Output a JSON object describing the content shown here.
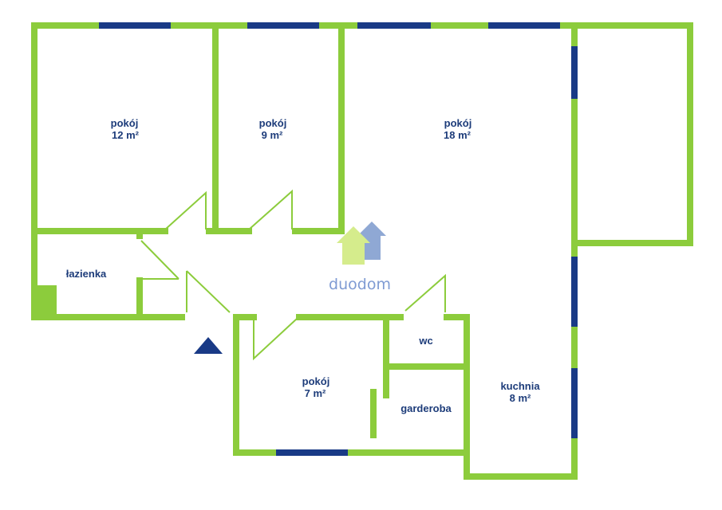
{
  "colors": {
    "wall": "#8ccc3c",
    "window": "#193a86",
    "text": "#1d3c7a",
    "logo_light": "#d5ec8c",
    "logo_dark": "#8fa8d4",
    "logo_text": "#7f9bd3",
    "background": "#ffffff"
  },
  "rooms": [
    {
      "id": "pokoj-12",
      "name": "pokój",
      "area": "12 m²"
    },
    {
      "id": "pokoj-9",
      "name": "pokój",
      "area": "9 m²"
    },
    {
      "id": "pokoj-18",
      "name": "pokój",
      "area": "18 m²"
    },
    {
      "id": "lazienka",
      "name": "łazienka"
    },
    {
      "id": "wc",
      "name": "wc"
    },
    {
      "id": "pokoj-7",
      "name": "pokój",
      "area": "7 m²"
    },
    {
      "id": "garderoba",
      "name": "garderoba"
    },
    {
      "id": "kuchnia",
      "name": "kuchnia",
      "area": "8 m²"
    }
  ],
  "logo": {
    "text": "duodom",
    "icon": "house-logo-icon"
  },
  "entrance": {
    "icon": "entrance-triangle-icon"
  }
}
